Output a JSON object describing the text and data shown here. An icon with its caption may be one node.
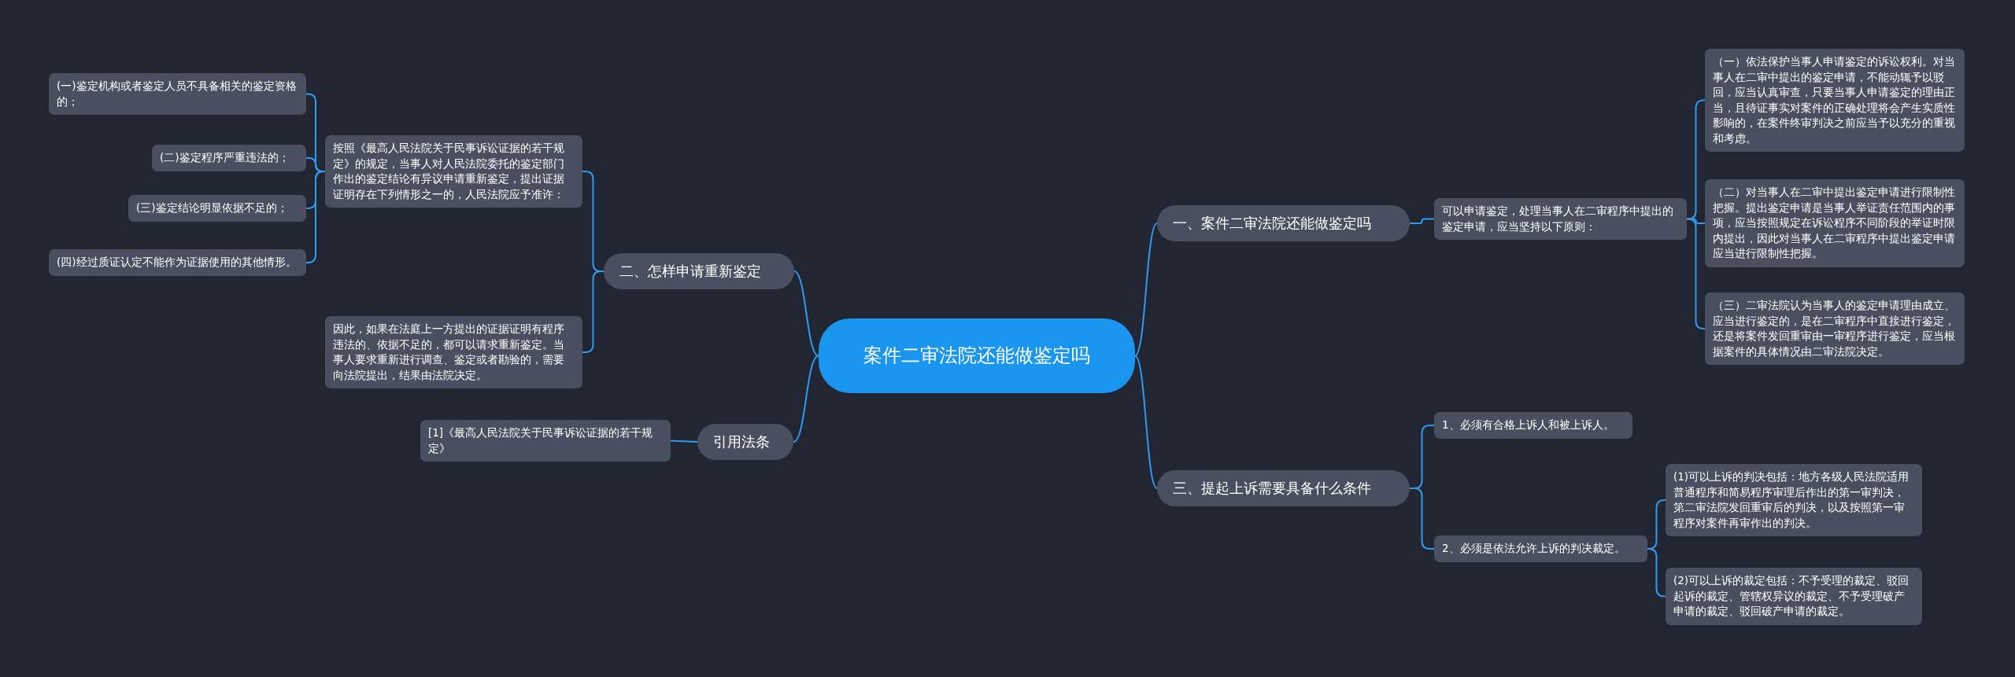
{
  "diagram": {
    "nodes": [
      {
        "text": [
          "案件二审法院还能做鉴定吗"
        ]
      },
      {
        "text": [
          "一、案件二审法院还能做鉴定吗"
        ]
      },
      {
        "text": [
          "可以申请鉴定，处理当事人在二审程序中提出的鉴定申请，应当坚持以下原则："
        ]
      },
      {
        "text": [
          "（一）依法保护当事人申请鉴定的诉讼权利。对当事人在二审中提出的鉴定申请，不能动辄予以驳回，应当认真审查，只要当事人申请鉴定的理由正当，且待证事实对案件的正确处理将会产生实质性影响的，在案件终审判决之前应当予以充分的重视和考虑。"
        ]
      },
      {
        "text": [
          "（二）对当事人在二审中提出鉴定申请进行限制性把握。提出鉴定申请是当事人举证责任范围内的事项，应当按照规定在诉讼程序不同阶段的举证时限内提出，因此对当事人在二审程序中提出鉴定申请应当进行限制性把握。"
        ]
      },
      {
        "text": [
          "（三）二审法院认为当事人的鉴定申请理由成立、应当进行鉴定的，是在二审程序中直接进行鉴定，还是将案件发回重审由一审程序进行鉴定，应当根据案件的具体情况由二审法院决定。"
        ]
      },
      {
        "text": [
          "二、怎样申请重新鉴定"
        ]
      },
      {
        "text": [
          "按照《最高人民法院关于民事诉讼证据的若干规定》的规定，当事人对人民法院委托的鉴定部门作出的鉴定结论有异议申请重新鉴定，提出证据证明存在下列情形之一的，人民法院应予准许："
        ]
      },
      {
        "text": [
          "(一)鉴定机构或者鉴定人员不具备相关的鉴定资格的；"
        ]
      },
      {
        "text": [
          "(二)鉴定程序严重违法的；"
        ]
      },
      {
        "text": [
          "(三)鉴定结论明显依据不足的；"
        ]
      },
      {
        "text": [
          "(四)经过质证认定不能作为证据使用的其他情形。"
        ]
      },
      {
        "text": [
          "因此，如果在法庭上一方提出的证据证明有程序违法的、依据不足的，都可以请求重新鉴定。当事人要求重新进行调查、鉴定或者勘验的，需要向法院提出，结果由法院决定。"
        ]
      },
      {
        "text": [
          "引用法条"
        ]
      },
      {
        "text": [
          "[1]《最高人民法院关于民事诉讼证据的若干规定》"
        ]
      },
      {
        "text": [
          "三、提起上诉需要具备什么条件"
        ]
      },
      {
        "text": [
          "1、必须有合格上诉人和被上诉人。"
        ]
      },
      {
        "text": [
          "2、必须是依法允许上诉的判决裁定。"
        ]
      },
      {
        "text": [
          "(1)可以上诉的判决包括：地方各级人民法院适用普通程序和简易程序审理后作出的第一审判决，第二审法院发回重审后的判决，以及按照第一审程序对案件再审作出的判决。"
        ]
      },
      {
        "text": [
          "(2)可以上诉的裁定包括：不予受理的裁定、驳回起诉的裁定、管辖权异议的裁定、不予受理破产申请的裁定、驳回破产申请的裁定。"
        ]
      }
    ],
    "edges": [
      {
        "from": 0,
        "to": 1,
        "arrow": "none"
      },
      {
        "from": 1,
        "to": 2,
        "arrow": "none"
      },
      {
        "from": 2,
        "to": 3,
        "arrow": "none"
      },
      {
        "from": 2,
        "to": 4,
        "arrow": "none"
      },
      {
        "from": 2,
        "to": 5,
        "arrow": "none"
      },
      {
        "from": 0,
        "to": 6,
        "arrow": "none"
      },
      {
        "from": 6,
        "to": 7,
        "arrow": "none"
      },
      {
        "from": 7,
        "to": 8,
        "arrow": "none"
      },
      {
        "from": 7,
        "to": 9,
        "arrow": "none"
      },
      {
        "from": 7,
        "to": 10,
        "arrow": "none"
      },
      {
        "from": 7,
        "to": 11,
        "arrow": "none"
      },
      {
        "from": 6,
        "to": 12,
        "arrow": "none"
      },
      {
        "from": 0,
        "to": 13,
        "arrow": "none"
      },
      {
        "from": 13,
        "to": 14,
        "arrow": "none"
      },
      {
        "from": 0,
        "to": 15,
        "arrow": "none"
      },
      {
        "from": 15,
        "to": 16,
        "arrow": "none"
      },
      {
        "from": 15,
        "to": 17,
        "arrow": "none"
      },
      {
        "from": 17,
        "to": 18,
        "arrow": "none"
      },
      {
        "from": 17,
        "to": 19,
        "arrow": "none"
      }
    ]
  }
}
